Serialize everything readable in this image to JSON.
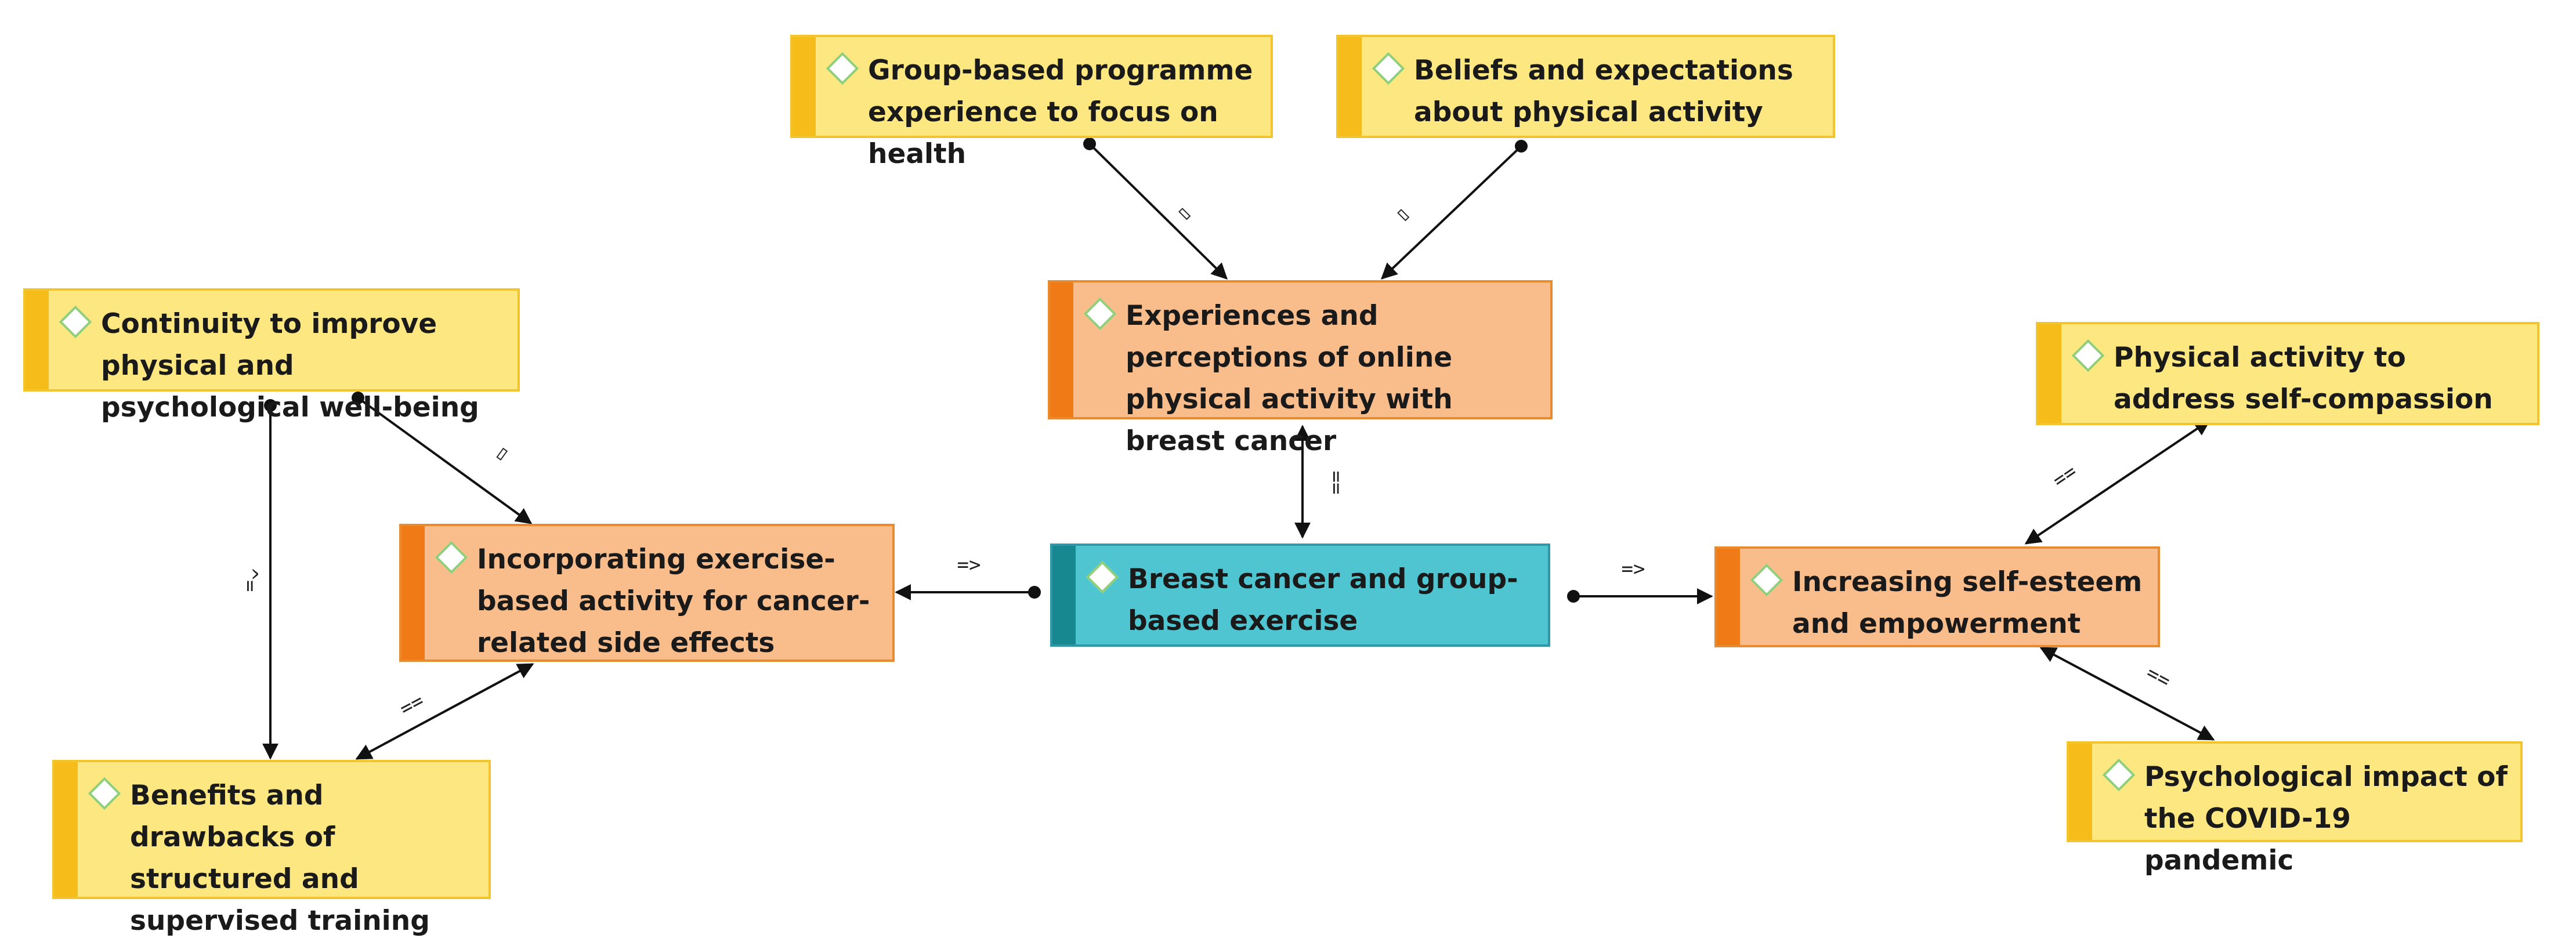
{
  "nodes": {
    "group_programme": "Group-based programme experience to focus on health",
    "beliefs": "Beliefs and expectations about physical activity",
    "experiences_online": "Experiences and perceptions of online physical activity with breast cancer",
    "continuity": "Continuity to improve physical and psychological well-being",
    "physical_self_compassion": "Physical activity to address self-compassion",
    "incorporating_exercise": "Incorporating exercise-based activity for cancer-related side effects",
    "breast_cancer_group": "Breast cancer and group-based exercise",
    "self_esteem": "Increasing self-esteem and empowerment",
    "benefits_drawbacks": "Benefits and drawbacks of structured and supervised training",
    "psych_impact_covid": "Psychological impact of the COVID-19 pandemic"
  },
  "relations": {
    "is_part_of": "▯",
    "is_associated_with": "==",
    "is_cause_of": "=>",
    "is_property_of": "^="
  },
  "colors": {
    "yellow_fill": "#fde780",
    "orange_fill": "#f9bd8c",
    "teal_fill": "#4fc5d1",
    "code_icon": "#8fcf7a"
  }
}
